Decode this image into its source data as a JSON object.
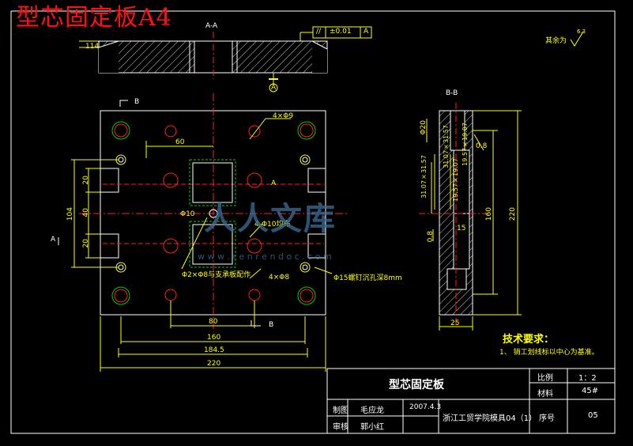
{
  "drawing": {
    "banner_title": "型芯固定板A4",
    "section_aa": "A-A",
    "section_bb": "B-B",
    "flatness_symbol": "//",
    "flatness_value": "±0.01",
    "flatness_datum": "A",
    "roughness_note": "其余为",
    "roughness_value": "6.3",
    "top_dim_left": "114",
    "datum_label": "A",
    "cut_b_top": "B",
    "cut_b_bottom": "B",
    "cut_a_left": "A",
    "hole_callout_4x": "4×Φ9",
    "hole_phi10": "Φ10",
    "hole_4x10": "4-Φ10均布",
    "hole_2x8": "Φ2×Φ8与支承板配作",
    "hole_4x8": "4×Φ8",
    "hole_phi15": "Φ15螺钉沉孔深8mm",
    "dims": {
      "d60": "60",
      "d20a": "20",
      "d104": "104",
      "d40": "40",
      "d20b": "20",
      "d80": "80",
      "d160": "160",
      "d184_5": "184.5",
      "d220_bottom": "220",
      "bb_phi20": "Φ20",
      "bb_r1": "31.07×31.57",
      "bb_r2": "19.57×19.07",
      "bb_r3": "31.07×31.57",
      "bb_r4": "19.57×19.07",
      "bb_160": "160",
      "bb_220": "220",
      "bb_15": "15",
      "bb_0_8a": "0.8",
      "bb_0_8b": "0.8",
      "bb_25": "25"
    },
    "tech_req_title": "技术要求：",
    "tech_req_item": "1、  销工划线标以中心为基准。"
  },
  "title_block": {
    "part_name": "型芯固定板",
    "scale_label": "比例",
    "scale_value": "1：2",
    "material_label": "材料",
    "material_value": "45#",
    "drawn_label": "制图",
    "drawn_name": "毛应龙",
    "date": "2007.4.3",
    "checked_label": "审核",
    "checked_name": "郭小红",
    "school": "浙江工贸学院模具04（1）",
    "serial_label": "序号",
    "serial_value": "05"
  },
  "watermark": {
    "brand": "人人文库",
    "url": "w w w . r e n r e n d o c . c o m"
  },
  "colors": {
    "outline": "#ffffff",
    "dimension": "#ffff00",
    "centerline": "#ff2020",
    "hatch": "#ffffff",
    "hidden": "#ffff00",
    "green_square": "#00cc00",
    "title_red": "#ff1010"
  }
}
